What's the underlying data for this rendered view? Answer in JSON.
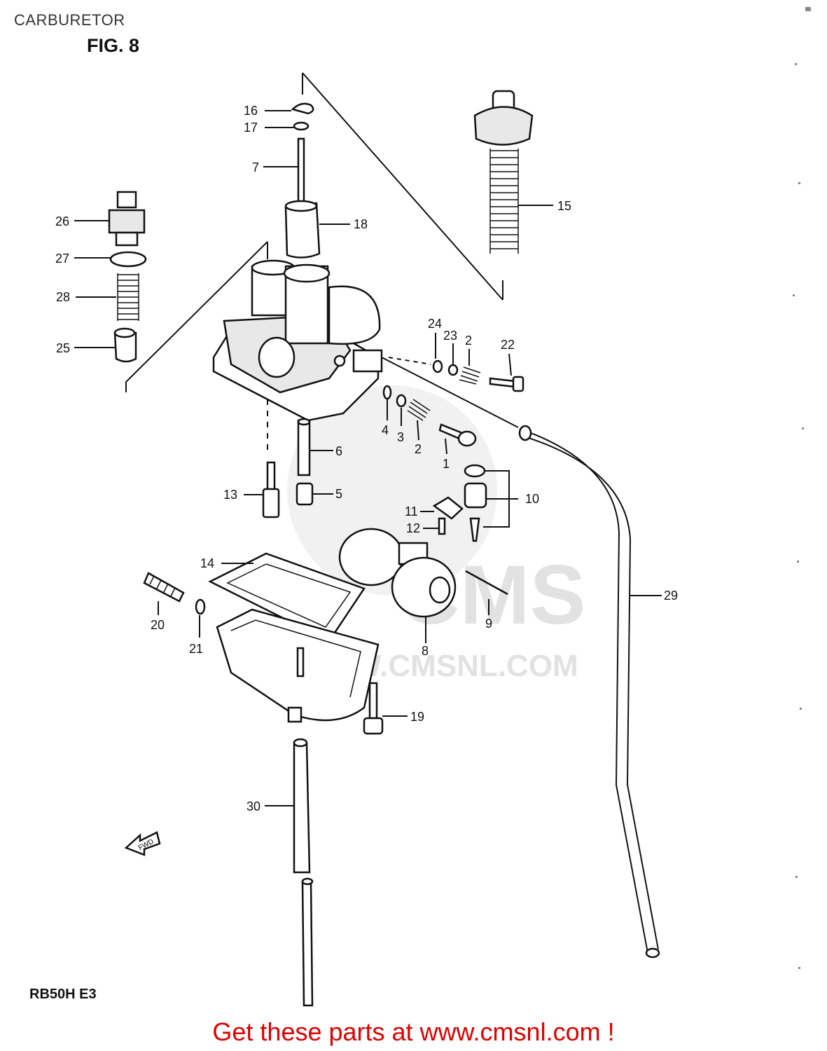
{
  "header": {
    "title": "CARBURETOR",
    "figure": "FIG. 8"
  },
  "footer": {
    "model": "RB50H E3",
    "promo": "Get these parts at www.cmsnl.com !"
  },
  "watermark": {
    "logo_text": "CMS",
    "url_text": "WWW.CMSNL.COM"
  },
  "direction_arrow": "FWD",
  "parts": [
    "1",
    "2",
    "3",
    "4",
    "5",
    "6",
    "7",
    "8",
    "9",
    "10",
    "11",
    "12",
    "13",
    "14",
    "15",
    "16",
    "17",
    "18",
    "19",
    "20",
    "21",
    "22",
    "23",
    "24",
    "25",
    "26",
    "27",
    "28",
    "29",
    "30"
  ],
  "labels": {
    "p1": "1",
    "p2a": "2",
    "p2b": "2",
    "p3": "3",
    "p4": "4",
    "p5": "5",
    "p6": "6",
    "p7": "7",
    "p8": "8",
    "p9": "9",
    "p10": "10",
    "p11": "11",
    "p12": "12",
    "p13": "13",
    "p14": "14",
    "p15": "15",
    "p16": "16",
    "p17": "17",
    "p18": "18",
    "p19": "19",
    "p20": "20",
    "p21": "21",
    "p22": "22",
    "p23": "23",
    "p24": "24",
    "p25": "25",
    "p26": "26",
    "p27": "27",
    "p28": "28",
    "p29": "29",
    "p30": "30"
  }
}
